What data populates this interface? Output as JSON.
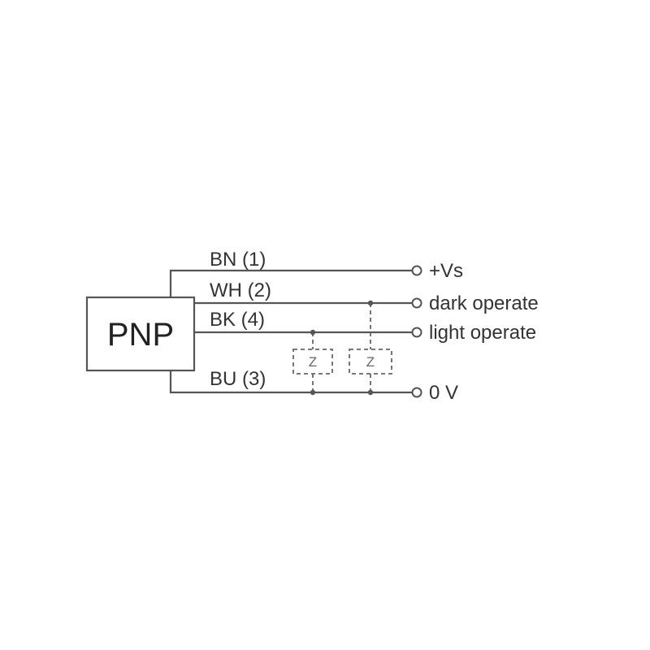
{
  "sensor": {
    "label": "PNP"
  },
  "wires": [
    {
      "id": "bn",
      "wire_label": "BN (1)",
      "terminal_label": "+Vs"
    },
    {
      "id": "wh",
      "wire_label": "WH (2)",
      "terminal_label": "dark operate"
    },
    {
      "id": "bk",
      "wire_label": "BK (4)",
      "terminal_label": "light operate"
    },
    {
      "id": "bu",
      "wire_label": "BU (3)",
      "terminal_label": "0 V"
    }
  ],
  "loads": [
    {
      "label": "Z"
    },
    {
      "label": "Z"
    }
  ],
  "colors": {
    "line": "#555555",
    "text": "#333333"
  }
}
